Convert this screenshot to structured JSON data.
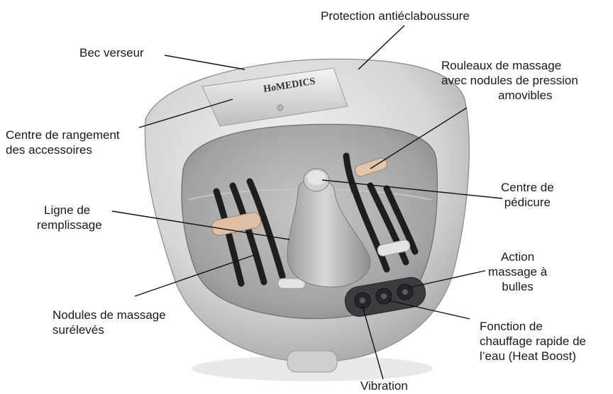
{
  "brand": "HoMEDICS",
  "labels": {
    "protection": "Protection antiéclaboussure",
    "bec": "Bec verseur",
    "rouleaux": [
      "Rouleaux de massage",
      "avec nodules de pression",
      "amovibles"
    ],
    "rangement": [
      "Centre de rangement",
      "des accessoires"
    ],
    "pedicure": [
      "Centre de",
      "pédicure"
    ],
    "ligne": [
      "Ligne de",
      "remplissage"
    ],
    "bulles": [
      "Action",
      "massage à",
      "bulles"
    ],
    "nodules": [
      "Nodules de massage",
      "surélevés"
    ],
    "chauffage": [
      "Fonction de",
      "chauffage rapide de",
      "l’eau (Heat Boost)"
    ],
    "vibration": "Vibration"
  },
  "colors": {
    "shell": "#d9d9d9",
    "basin": "#a9a9a9",
    "roller": "#1f1f1f",
    "nodule": "#e2c3a8",
    "panel": "#3a3c40",
    "leader": "#111111"
  }
}
